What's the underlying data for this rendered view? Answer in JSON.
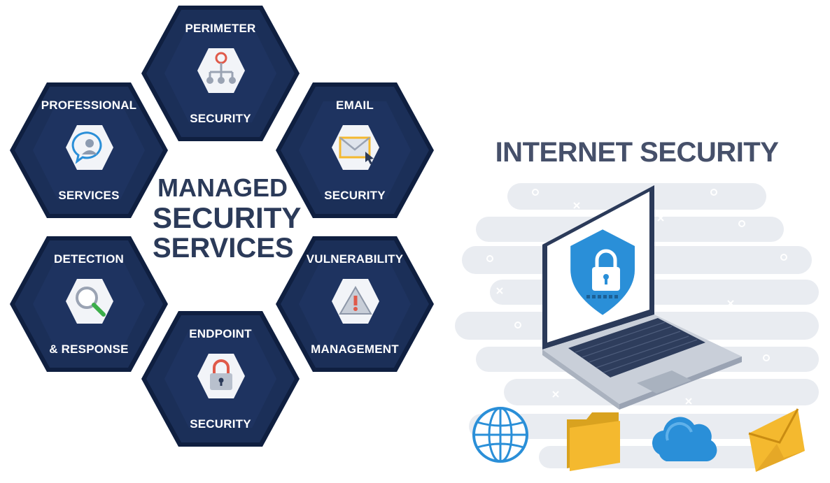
{
  "left": {
    "title_lines": [
      "MANAGED",
      "SECURITY",
      "SERVICES"
    ],
    "hexagons": [
      {
        "top": "PERIMETER",
        "bottom": "SECURITY",
        "icon": "network-hierarchy-icon"
      },
      {
        "top": "PROFESSIONAL",
        "bottom": "SERVICES",
        "icon": "chat-user-icon"
      },
      {
        "top": "EMAIL",
        "bottom": "SECURITY",
        "icon": "envelope-cursor-icon"
      },
      {
        "top": "DETECTION",
        "bottom": "& RESPONSE",
        "icon": "magnifier-icon"
      },
      {
        "top": "VULNERABILITY",
        "bottom": "MANAGEMENT",
        "icon": "warning-triangle-icon"
      },
      {
        "top": "ENDPOINT",
        "bottom": "SECURITY",
        "icon": "padlock-icon"
      }
    ]
  },
  "right": {
    "title": "INTERNET SECURITY",
    "icons": [
      "laptop-icon",
      "shield-lock-icon",
      "globe-icon",
      "folder-icon",
      "cloud-icon",
      "mail-icon"
    ]
  },
  "colors": {
    "hex_dark": "#1b2f58",
    "hex_edge": "#0f1f40",
    "title_text": "#2b3a59",
    "accent_blue": "#2a8fd8",
    "folder_yellow": "#f4b92f"
  }
}
